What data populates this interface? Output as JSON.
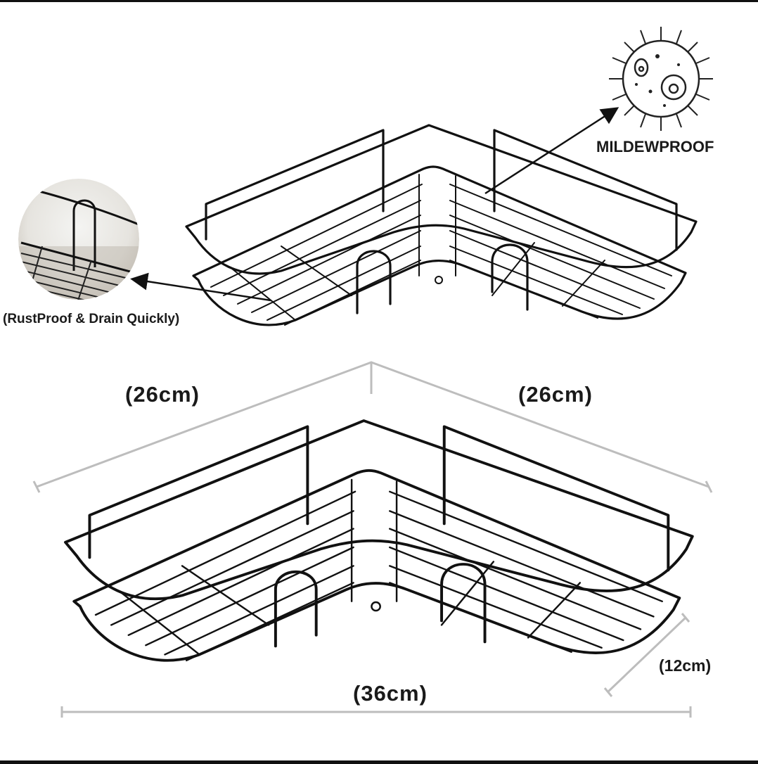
{
  "callouts": {
    "mildew": "MILDEWPROOF",
    "rust": "(RustProof & Drain Quickly)"
  },
  "dimensions": {
    "left_depth": "(26cm)",
    "right_depth": "(26cm)",
    "width": "(36cm)",
    "shelf_depth": "(12cm)"
  },
  "colors": {
    "wire": "#111111",
    "dimension_line": "#bdbdbd",
    "text": "#1a1a1a"
  },
  "icons": [
    "mildew-germ-icon",
    "wire-hook-closeup",
    "corner-shelf-illustration"
  ]
}
